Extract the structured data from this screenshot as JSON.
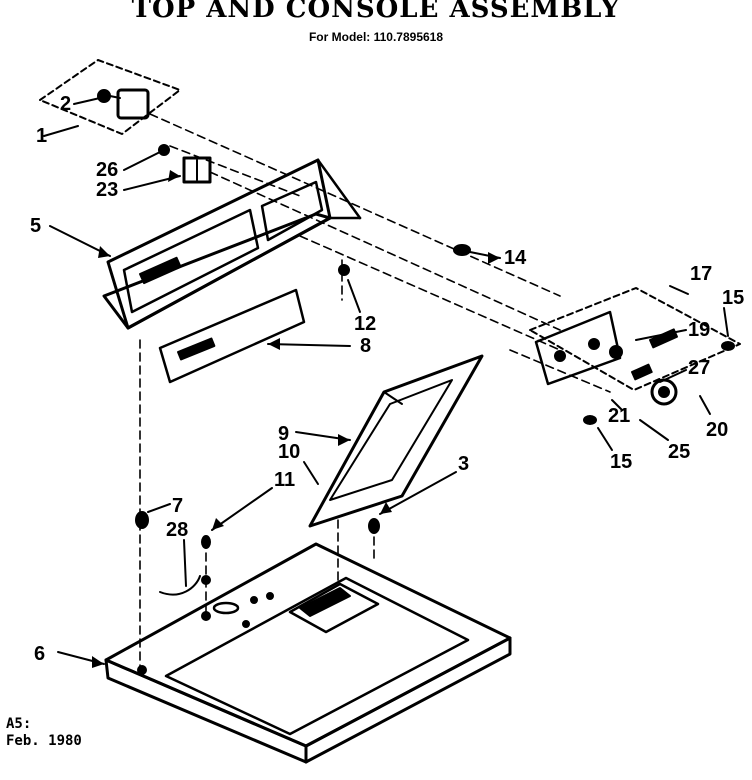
{
  "header": {
    "title": "TOP AND CONSOLE ASSEMBLY",
    "model_line": "For Model: 110.7895618"
  },
  "footer": {
    "code": "A5:",
    "date": "Feb. 1980"
  },
  "callouts": [
    {
      "id": "c1",
      "text": "1"
    },
    {
      "id": "c2",
      "text": "2"
    },
    {
      "id": "c26",
      "text": "26"
    },
    {
      "id": "c23",
      "text": "23"
    },
    {
      "id": "c5",
      "text": "5"
    },
    {
      "id": "c14",
      "text": "14"
    },
    {
      "id": "c12",
      "text": "12"
    },
    {
      "id": "c8",
      "text": "8"
    },
    {
      "id": "c17",
      "text": "17"
    },
    {
      "id": "c15a",
      "text": "15"
    },
    {
      "id": "c19",
      "text": "19"
    },
    {
      "id": "c27",
      "text": "27"
    },
    {
      "id": "c20",
      "text": "20"
    },
    {
      "id": "c21",
      "text": "21"
    },
    {
      "id": "c25",
      "text": "25"
    },
    {
      "id": "c15b",
      "text": "15"
    },
    {
      "id": "c9",
      "text": "9"
    },
    {
      "id": "c10",
      "text": "10"
    },
    {
      "id": "c11",
      "text": "11"
    },
    {
      "id": "c3",
      "text": "3"
    },
    {
      "id": "c7",
      "text": "7"
    },
    {
      "id": "c28",
      "text": "28"
    },
    {
      "id": "c6",
      "text": "6"
    }
  ],
  "colors": {
    "ink": "#000000",
    "paper": "#ffffff"
  }
}
